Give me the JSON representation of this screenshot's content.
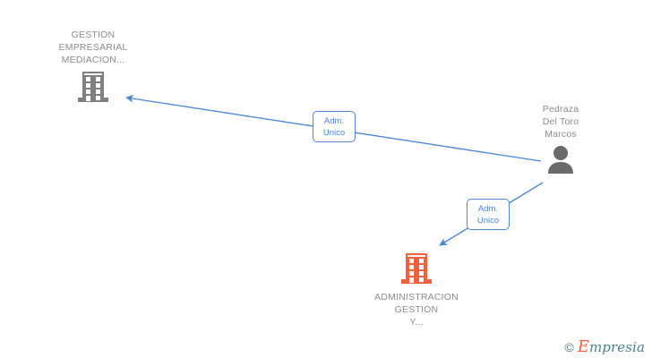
{
  "diagram": {
    "title": "Empresia relationship diagram",
    "background_color": "#ffffff",
    "edge_color": "#4a86d8",
    "node_label_color": "#8c8c8c",
    "company_active_color": "#f4603e",
    "company_inactive_color": "#808080",
    "person_color": "#6b6b6b"
  },
  "nodes": [
    {
      "id": "gestion-empresarial",
      "type": "company",
      "label": "GESTION\nEMPRESARIAL\nMEDIACION...",
      "icon": "building-icon",
      "color": "#808080"
    },
    {
      "id": "persona",
      "type": "person",
      "label": "Pedraza\nDel Toro\nMarcos",
      "icon": "person-icon",
      "color": "#6b6b6b"
    },
    {
      "id": "administracion",
      "type": "company",
      "label": "ADMINISTRACION\nGESTION\nY...",
      "icon": "building-icon",
      "color": "#f4603e"
    }
  ],
  "edges": [
    {
      "id": "edge-1",
      "from": "persona",
      "to": "gestion-empresarial",
      "label_line1": "Adm.",
      "label_line2": "Unico"
    },
    {
      "id": "edge-2",
      "from": "persona",
      "to": "administracion",
      "label_line1": "Adm.",
      "label_line2": "Unico"
    }
  ],
  "watermark": {
    "copyright": "©",
    "brand_initial": "E",
    "brand_rest": "mpresia"
  }
}
